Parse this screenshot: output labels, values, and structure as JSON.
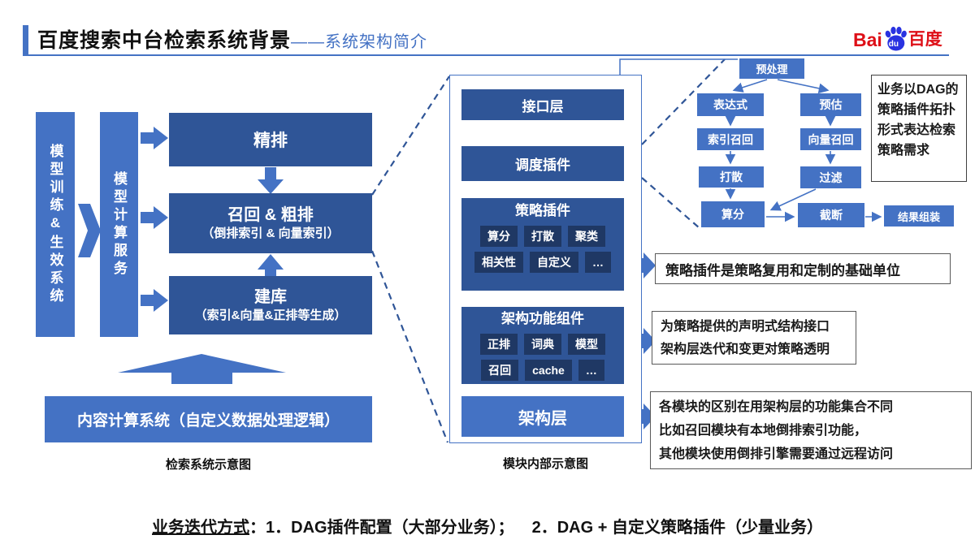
{
  "header": {
    "title": "百度搜索中台检索系统背景",
    "subtitle": "——系统架构简介",
    "logo_bai": "Bai",
    "logo_du": "du",
    "logo_cn": "百度"
  },
  "retrieval_system": {
    "model_training": "模型训练&生效系统",
    "model_compute": "模型计算服务",
    "fine_rank": "精排",
    "recall_title": "召回 & 粗排",
    "recall_subtitle": "（倒排索引 & 向量索引）",
    "build_title": "建库",
    "build_subtitle": "（索引&向量&正排等生成）",
    "content_compute": "内容计算系统（自定义数据处理逻辑）",
    "caption": "检索系统示意图"
  },
  "module": {
    "interface_layer": "接口层",
    "scheduler_plugin": "调度插件",
    "strategy_title": "策略插件",
    "strategy_chips": [
      "算分",
      "打散",
      "聚类",
      "相关性",
      "自定义",
      "…"
    ],
    "framework_title": "架构功能组件",
    "framework_chips": [
      "正排",
      "词典",
      "模型",
      "召回",
      "cache",
      "…"
    ],
    "arch_layer": "架构层",
    "caption": "模块内部示意图"
  },
  "dag": {
    "preprocess": "预处理",
    "expression": "表达式",
    "estimate": "预估",
    "index_recall": "索引召回",
    "vector_recall": "向量召回",
    "scatter": "打散",
    "filter": "过滤",
    "score": "算分",
    "truncate": "截断",
    "assemble": "结果组装",
    "note": "业务以DAG的策略插件拓扑形式表达检索策略需求"
  },
  "annotations": {
    "strategy_note": "策略插件是策略复用和定制的基础单位",
    "framework_note_line1": "为策略提供的声明式结构接口",
    "framework_note_line2": "架构层迭代和变更对策略透明",
    "arch_note_line1": "各模块的区别在用架构层的功能集合不同",
    "arch_note_line2": "比如召回模块有本地倒排索引功能，",
    "arch_note_line3": "其他模块使用倒排引擎需要通过远程访问"
  },
  "footer": {
    "prefix": "业务迭代方式",
    "item1": "：1．DAG插件配置（大部分业务）；",
    "item2": "2．DAG + 自定义策略插件（少量业务）"
  },
  "colors": {
    "dark_blue": "#2F5597",
    "medium_blue": "#4472C4",
    "navy": "#1F3864",
    "baidu_red": "#DE0F17",
    "baidu_blue": "#2932E1"
  }
}
